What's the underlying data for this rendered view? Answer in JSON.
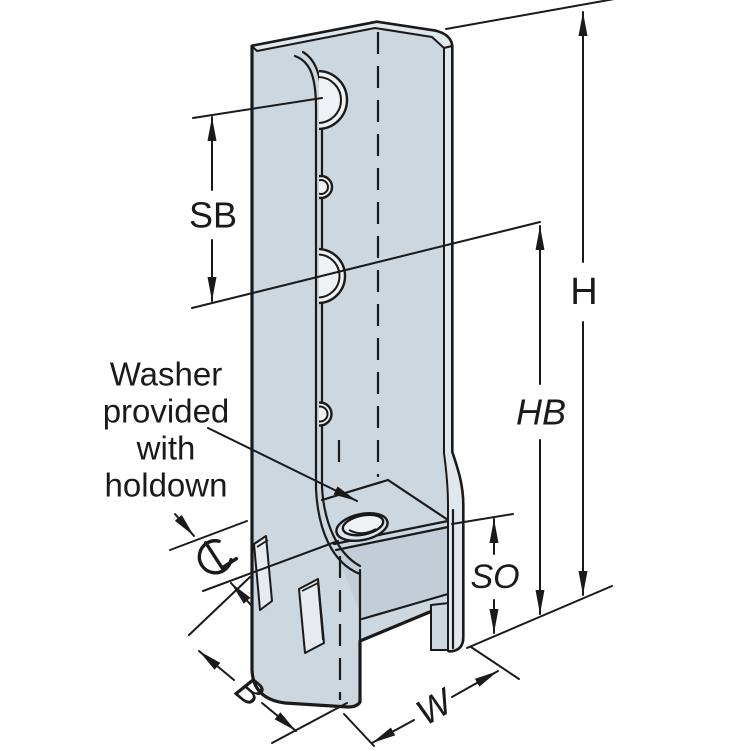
{
  "dimensions": {
    "sb": "SB",
    "h": "H",
    "hb": "HB",
    "so": "SO",
    "w": "W",
    "b": "B",
    "centerline": "℄"
  },
  "annotation": {
    "line1": "Washer",
    "line2": "provided",
    "line3": "with",
    "line4": "holdown"
  },
  "colors": {
    "steel_fill": "#cdd7e0",
    "steel_edge": "#e1e8ed",
    "steel_shadow": "#c2cdd7",
    "slot_fill": "#e6ebef",
    "washer_ring": "#dde5ea",
    "washer_hole": "#eef2f5",
    "line": "#1a1a1a",
    "background": "#ffffff"
  }
}
